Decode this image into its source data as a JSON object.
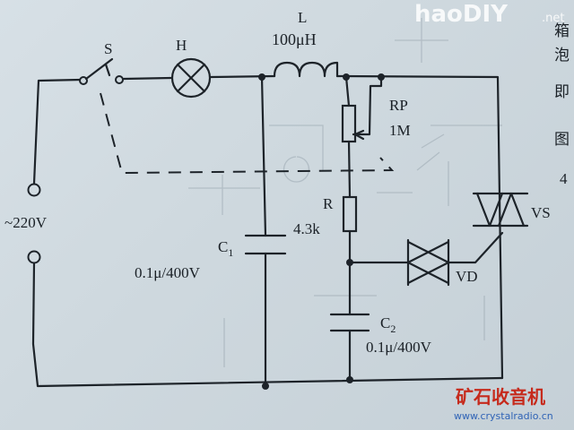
{
  "watermark": {
    "site_name": "haoDIY",
    "site_suffix": ".net",
    "brand_cn": "矿石收音机",
    "brand_url": "www.crystalradio.cn"
  },
  "side_text": [
    "箱",
    "泡",
    "即",
    "图",
    "4"
  ],
  "labels": {
    "switch": "S",
    "lamp": "H",
    "inductor_name": "L",
    "inductor_value": "100μH",
    "pot_name": "RP",
    "pot_value": "1M",
    "resistor_name": "R",
    "resistor_value": "4.3k",
    "c1_name": "C",
    "c1_sub": "1",
    "c1_value": "0.1μ/400V",
    "c2_name": "C",
    "c2_sub": "2",
    "c2_value": "0.1μ/400V",
    "supply": "~220V",
    "diac": "VD",
    "triac": "VS"
  },
  "colors": {
    "ink": "#1d2329",
    "paper": "#cfd9df",
    "brand_red": "#c62a1c",
    "brand_blue": "#2f63b6"
  }
}
